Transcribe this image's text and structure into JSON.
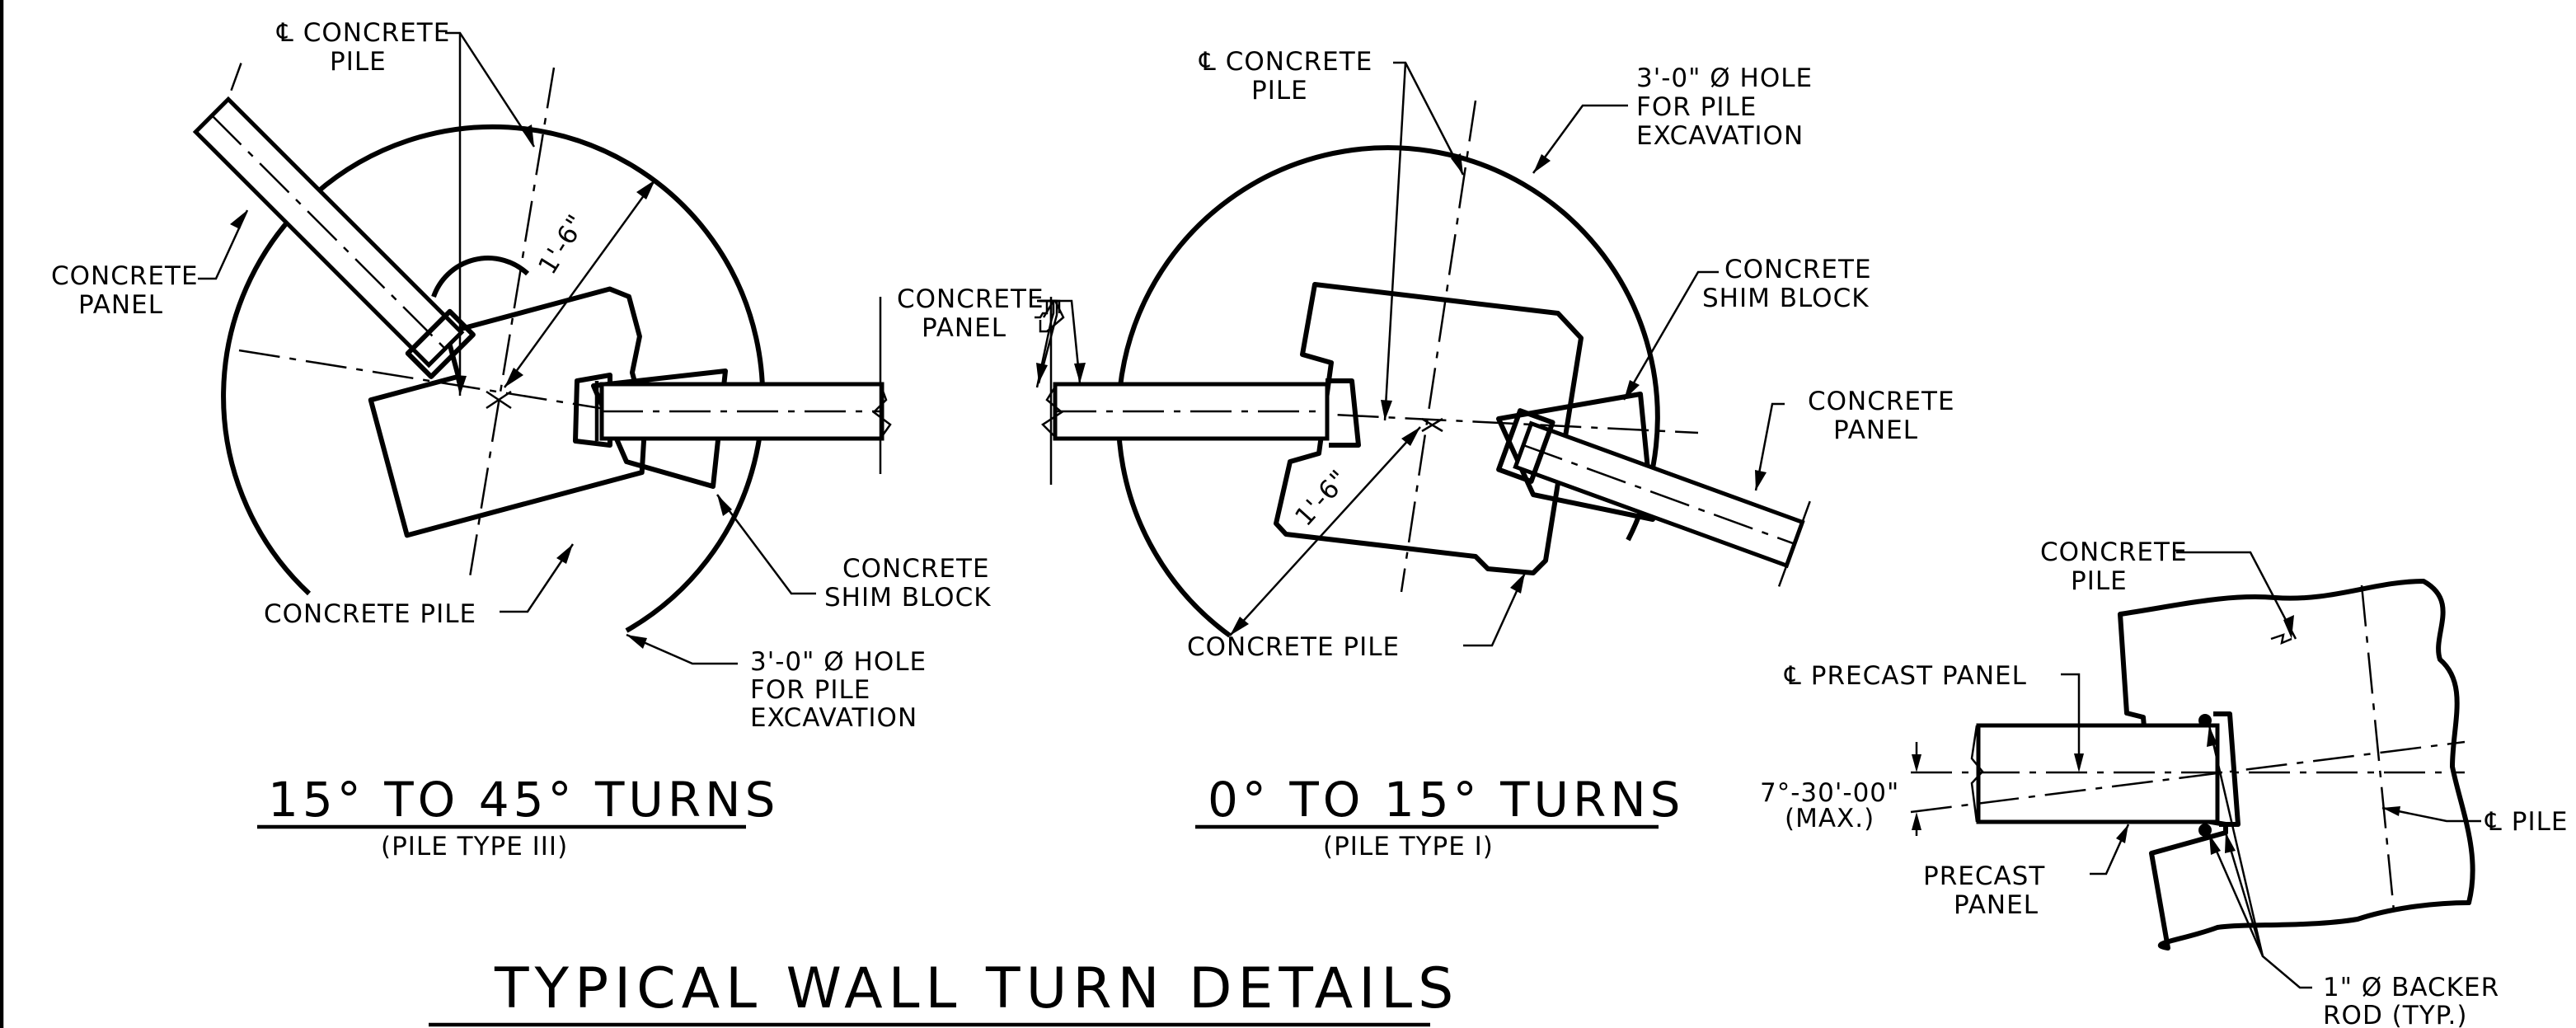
{
  "drawing": {
    "title": "TYPICAL WALL TURN DETAILS"
  },
  "detail_left": {
    "title": "15° TO 45° TURNS",
    "subtitle": "(PILE TYPE III)",
    "dimension": "1'-6\"",
    "labels": {
      "cl_pile_1": "℄ CONCRETE",
      "cl_pile_2": "PILE",
      "panel_1": "CONCRETE",
      "panel_2": "PANEL",
      "panel_right_1": "CONCRETE",
      "panel_right_2": "PANEL",
      "shim_1": "CONCRETE",
      "shim_2": "SHIM BLOCK",
      "pile": "CONCRETE PILE",
      "hole_1": "3'-0\" Ø HOLE",
      "hole_2": "FOR PILE",
      "hole_3": "EXCAVATION"
    }
  },
  "detail_middle": {
    "title": "0° TO 15° TURNS",
    "subtitle": "(PILE TYPE I)",
    "dimension": "1'-6\"",
    "labels": {
      "cl_pile_1": "℄ CONCRETE",
      "cl_pile_2": "PILE",
      "hole_1": "3'-0\" Ø HOLE",
      "hole_2": "FOR PILE",
      "hole_3": "EXCAVATION",
      "panel_left_1": "CONCRETE",
      "panel_left_2": "PANEL",
      "shim_1": "CONCRETE",
      "shim_2": "SHIM BLOCK",
      "panel_right_1": "CONCRETE",
      "panel_right_2": "PANEL",
      "pile": "CONCRETE PILE"
    }
  },
  "detail_right": {
    "labels": {
      "pile_1": "CONCRETE",
      "pile_2": "PILE",
      "cl_panel": "℄ PRECAST PANEL",
      "angle_1": "7°-30'-00\"",
      "angle_2": "(MAX.)",
      "cl_pile": "℄ PILE",
      "precast_1": "PRECAST",
      "precast_2": "PANEL",
      "backer_1": "1\" Ø BACKER",
      "backer_2": "ROD (TYP.)"
    }
  }
}
